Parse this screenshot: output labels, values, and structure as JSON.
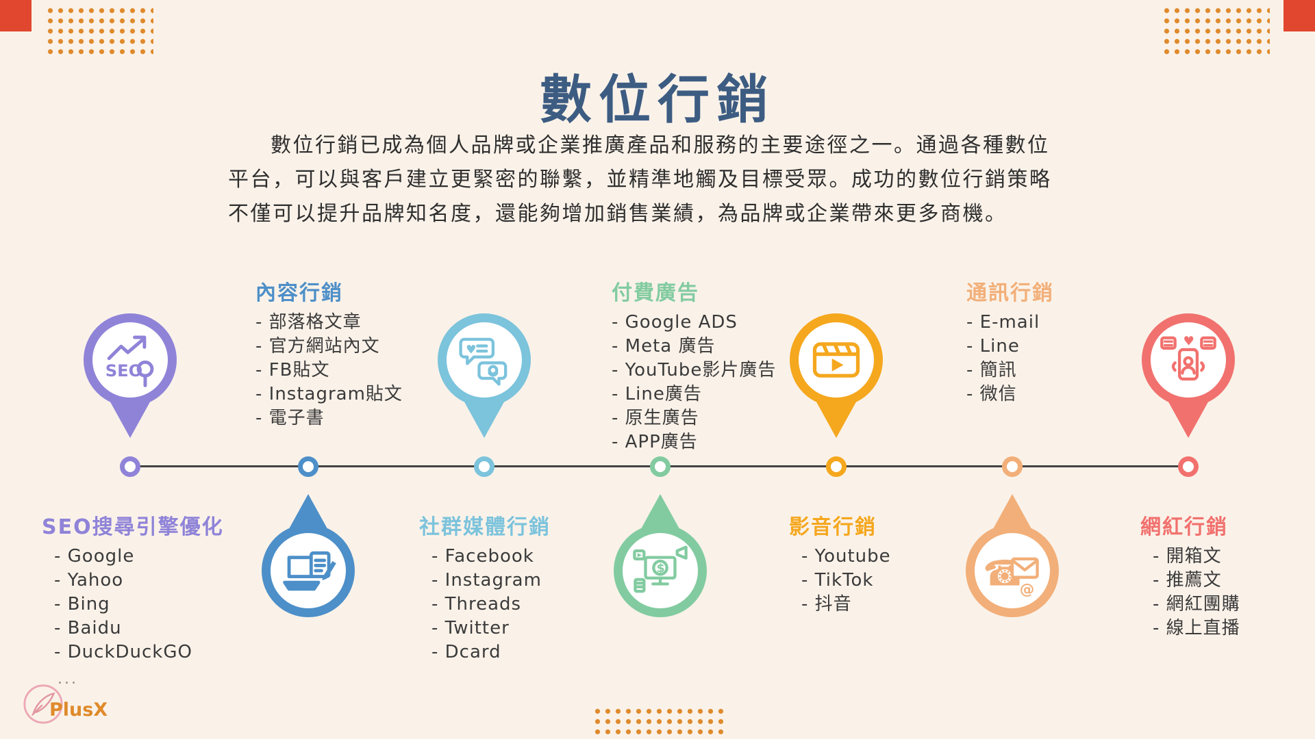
{
  "page": {
    "title": "數位行銷",
    "intro_lines": [
      "數位行銷已成為個人品牌或企業推廣產品和服務的主要途徑之一。通過各種數位",
      "平台，可以與客戶建立更緊密的聯繫，並精準地觸及目標受眾。成功的數位行銷策略",
      "不僅可以提升品牌知名度，還能夠增加銷售業績，為品牌或企業帶來更多商機。"
    ]
  },
  "palette": {
    "bg": "#FAF2E9",
    "title_color": "#3D5C82",
    "line_color": "#414141",
    "dot_pattern": "#DF8A2C",
    "corner_square": "#E0472E"
  },
  "logo": {
    "dots": "...",
    "text": "PlusX"
  },
  "timeline": {
    "nodes": [
      {
        "title": "SEO搜尋引擎優化",
        "color": "#8F83D8",
        "icon": "seo-chart-magnifier-icon",
        "items": [
          "- Google",
          "- Yahoo",
          "- Bing",
          "- Baidu",
          "- DuckDuckGO"
        ]
      },
      {
        "title": "內容行銷",
        "color": "#4D8FC8",
        "icon": "laptop-writing-icon",
        "items": [
          "- 部落格文章",
          "- 官方網站內文",
          "- FB貼文",
          "- Instagram貼文",
          "- 電子書"
        ]
      },
      {
        "title": "社群媒體行銷",
        "color": "#7CC3DC",
        "icon": "chat-bubbles-icon",
        "items": [
          "- Facebook",
          "- Instagram",
          "- Threads",
          "- Twitter",
          "- Dcard"
        ]
      },
      {
        "title": "付費廣告",
        "color": "#82CBA0",
        "icon": "ads-monitor-icon",
        "items": [
          "- Google  ADS",
          "- Meta 廣告",
          "- YouTube影片廣告",
          "- Line廣告",
          "- 原生廣告",
          "- APP廣告"
        ]
      },
      {
        "title": "影音行銷",
        "color": "#F5A71E",
        "icon": "video-clapperboard-icon",
        "items": [
          "- Youtube",
          "- TikTok",
          "- 抖音"
        ]
      },
      {
        "title": "通訊行銷",
        "color": "#F2AF79",
        "icon": "phone-envelope-icon",
        "items": [
          "- E-mail",
          "- Line",
          "- 簡訊",
          "- 微信"
        ]
      },
      {
        "title": "網紅行銷",
        "color": "#F1716E",
        "icon": "influencer-phone-icon",
        "items": [
          "- 開箱文",
          "- 推薦文",
          "- 網紅團購",
          "- 線上直播"
        ]
      }
    ]
  }
}
